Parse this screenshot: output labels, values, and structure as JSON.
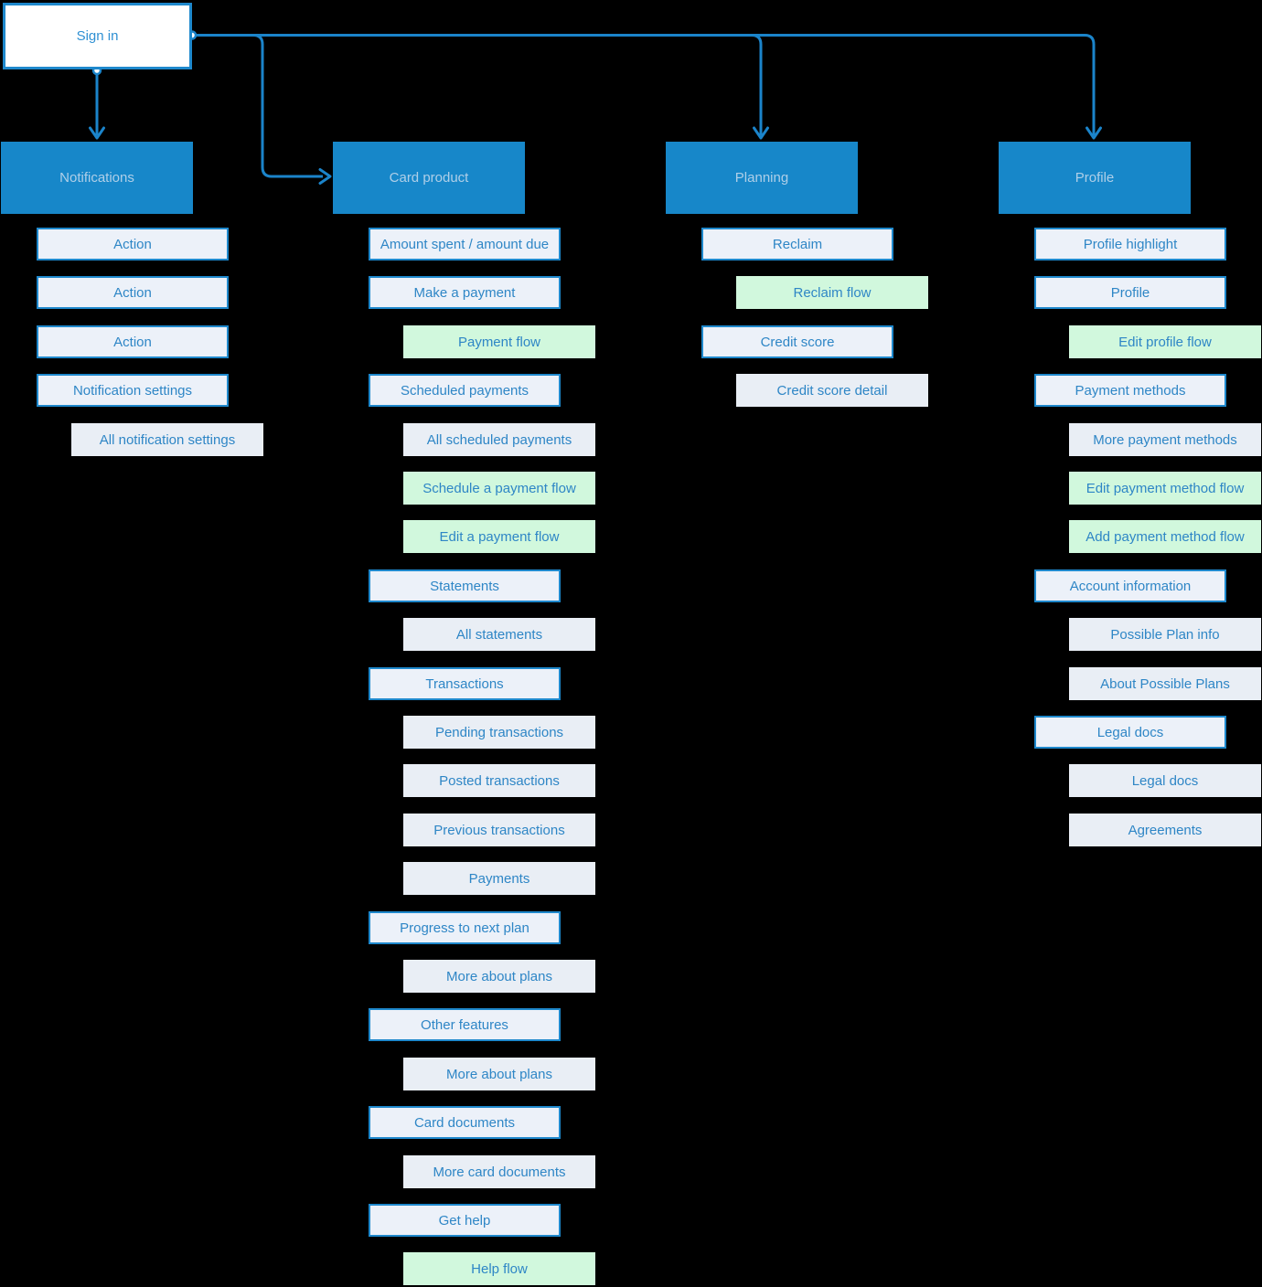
{
  "colors": {
    "background": "#000000",
    "connector": "#1B84CA",
    "root_fill": "#FFFFFF",
    "root_border": "#1E88CC",
    "root_text": "#2F90D3",
    "header_fill": "#1787C9",
    "header_text": "#AFCFE8",
    "bordered_fill": "#ECF1F9",
    "bordered_border": "#1E88CC",
    "plain_fill": "#E9EEF5",
    "flow_fill": "#D1F8DD",
    "item_text": "#2E86C6"
  },
  "root": {
    "label": "Sign in"
  },
  "connections": [
    {
      "from": "Sign in",
      "to": "Notifications"
    },
    {
      "from": "Sign in",
      "to": "Card product"
    },
    {
      "from": "Sign in",
      "to": "Planning"
    },
    {
      "from": "Sign in",
      "to": "Profile"
    }
  ],
  "columns": [
    {
      "header": "Notifications",
      "items": [
        {
          "label": "Action",
          "level": 1,
          "style": "bordered"
        },
        {
          "label": "Action",
          "level": 1,
          "style": "bordered"
        },
        {
          "label": "Action",
          "level": 1,
          "style": "bordered"
        },
        {
          "label": "Notification settings",
          "level": 1,
          "style": "bordered"
        },
        {
          "label": "All notification settings",
          "level": 2,
          "style": "plain"
        }
      ]
    },
    {
      "header": "Card product",
      "items": [
        {
          "label": "Amount spent / amount due",
          "level": 1,
          "style": "bordered"
        },
        {
          "label": "Make a payment",
          "level": 1,
          "style": "bordered"
        },
        {
          "label": "Payment flow",
          "level": 2,
          "style": "flow"
        },
        {
          "label": "Scheduled payments",
          "level": 1,
          "style": "bordered"
        },
        {
          "label": "All scheduled payments",
          "level": 2,
          "style": "plain"
        },
        {
          "label": "Schedule a payment flow",
          "level": 2,
          "style": "flow"
        },
        {
          "label": "Edit a payment flow",
          "level": 2,
          "style": "flow"
        },
        {
          "label": "Statements",
          "level": 1,
          "style": "bordered"
        },
        {
          "label": "All statements",
          "level": 2,
          "style": "plain"
        },
        {
          "label": "Transactions",
          "level": 1,
          "style": "bordered"
        },
        {
          "label": "Pending transactions",
          "level": 2,
          "style": "plain"
        },
        {
          "label": "Posted transactions",
          "level": 2,
          "style": "plain"
        },
        {
          "label": "Previous transactions",
          "level": 2,
          "style": "plain"
        },
        {
          "label": "Payments",
          "level": 2,
          "style": "plain"
        },
        {
          "label": "Progress to next plan",
          "level": 1,
          "style": "bordered"
        },
        {
          "label": "More about plans",
          "level": 2,
          "style": "plain"
        },
        {
          "label": "Other features",
          "level": 1,
          "style": "bordered"
        },
        {
          "label": "More about plans",
          "level": 2,
          "style": "plain"
        },
        {
          "label": "Card documents",
          "level": 1,
          "style": "bordered"
        },
        {
          "label": "More card documents",
          "level": 2,
          "style": "plain"
        },
        {
          "label": "Get help",
          "level": 1,
          "style": "bordered"
        },
        {
          "label": "Help flow",
          "level": 2,
          "style": "flow"
        }
      ]
    },
    {
      "header": "Planning",
      "items": [
        {
          "label": "Reclaim",
          "level": 1,
          "style": "bordered"
        },
        {
          "label": "Reclaim flow",
          "level": 2,
          "style": "flow"
        },
        {
          "label": "Credit score",
          "level": 1,
          "style": "bordered"
        },
        {
          "label": "Credit score detail",
          "level": 2,
          "style": "plain"
        }
      ]
    },
    {
      "header": "Profile",
      "items": [
        {
          "label": "Profile highlight",
          "level": 1,
          "style": "bordered"
        },
        {
          "label": "Profile",
          "level": 1,
          "style": "bordered"
        },
        {
          "label": "Edit profile flow",
          "level": 2,
          "style": "flow"
        },
        {
          "label": "Payment methods",
          "level": 1,
          "style": "bordered"
        },
        {
          "label": "More payment methods",
          "level": 2,
          "style": "plain"
        },
        {
          "label": "Edit payment method flow",
          "level": 2,
          "style": "flow"
        },
        {
          "label": "Add payment method flow",
          "level": 2,
          "style": "flow"
        },
        {
          "label": "Account information",
          "level": 1,
          "style": "bordered"
        },
        {
          "label": "Possible Plan info",
          "level": 2,
          "style": "plain"
        },
        {
          "label": "About Possible Plans",
          "level": 2,
          "style": "plain"
        },
        {
          "label": "Legal docs",
          "level": 1,
          "style": "bordered"
        },
        {
          "label": "Legal docs",
          "level": 2,
          "style": "plain"
        },
        {
          "label": "Agreements",
          "level": 2,
          "style": "plain"
        }
      ]
    }
  ]
}
